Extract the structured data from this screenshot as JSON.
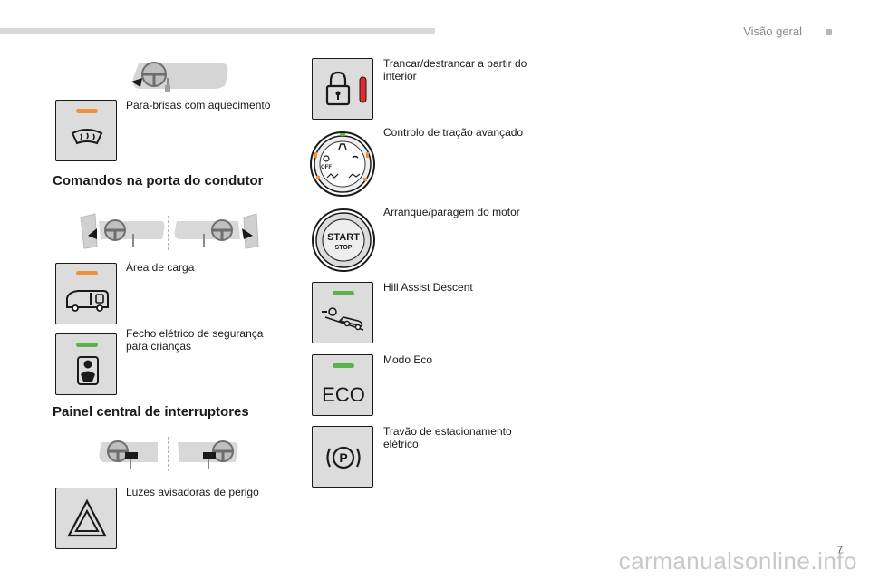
{
  "header": {
    "section_title": "Visão geral",
    "page_number": "7"
  },
  "headings": {
    "driver_door": "Comandos na porta do condutor",
    "center_panel": "Painel central de interruptores"
  },
  "left_items": [
    {
      "label": "Para-brisas com aquecimento",
      "icon": "heated-windscreen-icon",
      "indicator": "orange"
    },
    {
      "label": "Área de carga",
      "icon": "load-area-icon",
      "indicator": "orange"
    },
    {
      "label": "Fecho elétrico de segurança\npara crianças",
      "icon": "child-lock-icon",
      "indicator": "green"
    },
    {
      "label": "Luzes avisadoras de perigo",
      "icon": "hazard-triangle-icon",
      "indicator": "none"
    }
  ],
  "right_items": [
    {
      "label": "Trancar/destrancar a partir do\ninterior",
      "icon": "padlock-icon",
      "indicator": "red"
    },
    {
      "label": "Controlo de tração avançado",
      "icon": "traction-dial-icon",
      "indicator": "none"
    },
    {
      "label": "Arranque/paragem do motor",
      "icon": "start-stop-button-icon",
      "indicator": "none"
    },
    {
      "label": "Hill Assist Descent",
      "icon": "hill-descent-icon",
      "indicator": "green"
    },
    {
      "label": "Modo Eco",
      "icon": "eco-icon",
      "indicator": "green",
      "text": "ECO"
    },
    {
      "label": "Travão de estacionamento\nelétrico",
      "icon": "parking-brake-icon",
      "indicator": "none"
    }
  ],
  "icon_texts": {
    "dial_off": "OFF",
    "start": "START",
    "stop": "STOP",
    "brake": "P"
  },
  "watermark": "carmanualsonline.info",
  "colors": {
    "orange": "#f0913a",
    "green": "#5bb14a",
    "red": "#e32b2b",
    "tile": "#dcdcdc"
  }
}
